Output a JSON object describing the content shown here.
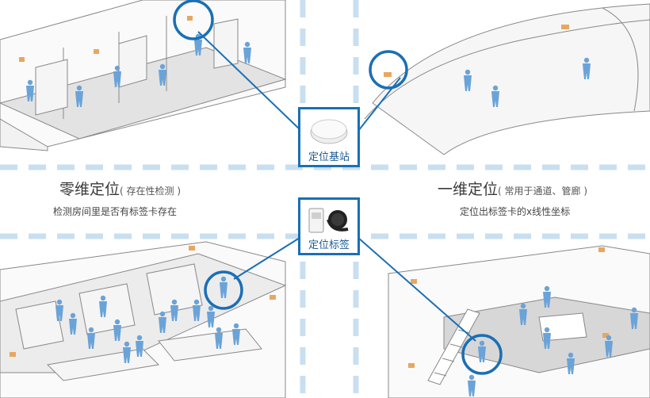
{
  "base_station": {
    "label": "定位基站"
  },
  "tag": {
    "label": "定位标签"
  },
  "zero_dim": {
    "title": "零维定位",
    "title_note": "( 存在性检测 )",
    "subtitle": "检测房间里是否有标签卡存在"
  },
  "one_dim": {
    "title": "一维定位",
    "title_note": "( 常用于通道、管廊 )",
    "subtitle": "定位出标签卡的x线性坐标"
  },
  "colors": {
    "accent": "#1a6fb5",
    "divider": "#c9dff0",
    "person": "#6aa3d8",
    "floor": "#d7d7d7",
    "line": "#888888",
    "anchor": "#e8a760"
  }
}
